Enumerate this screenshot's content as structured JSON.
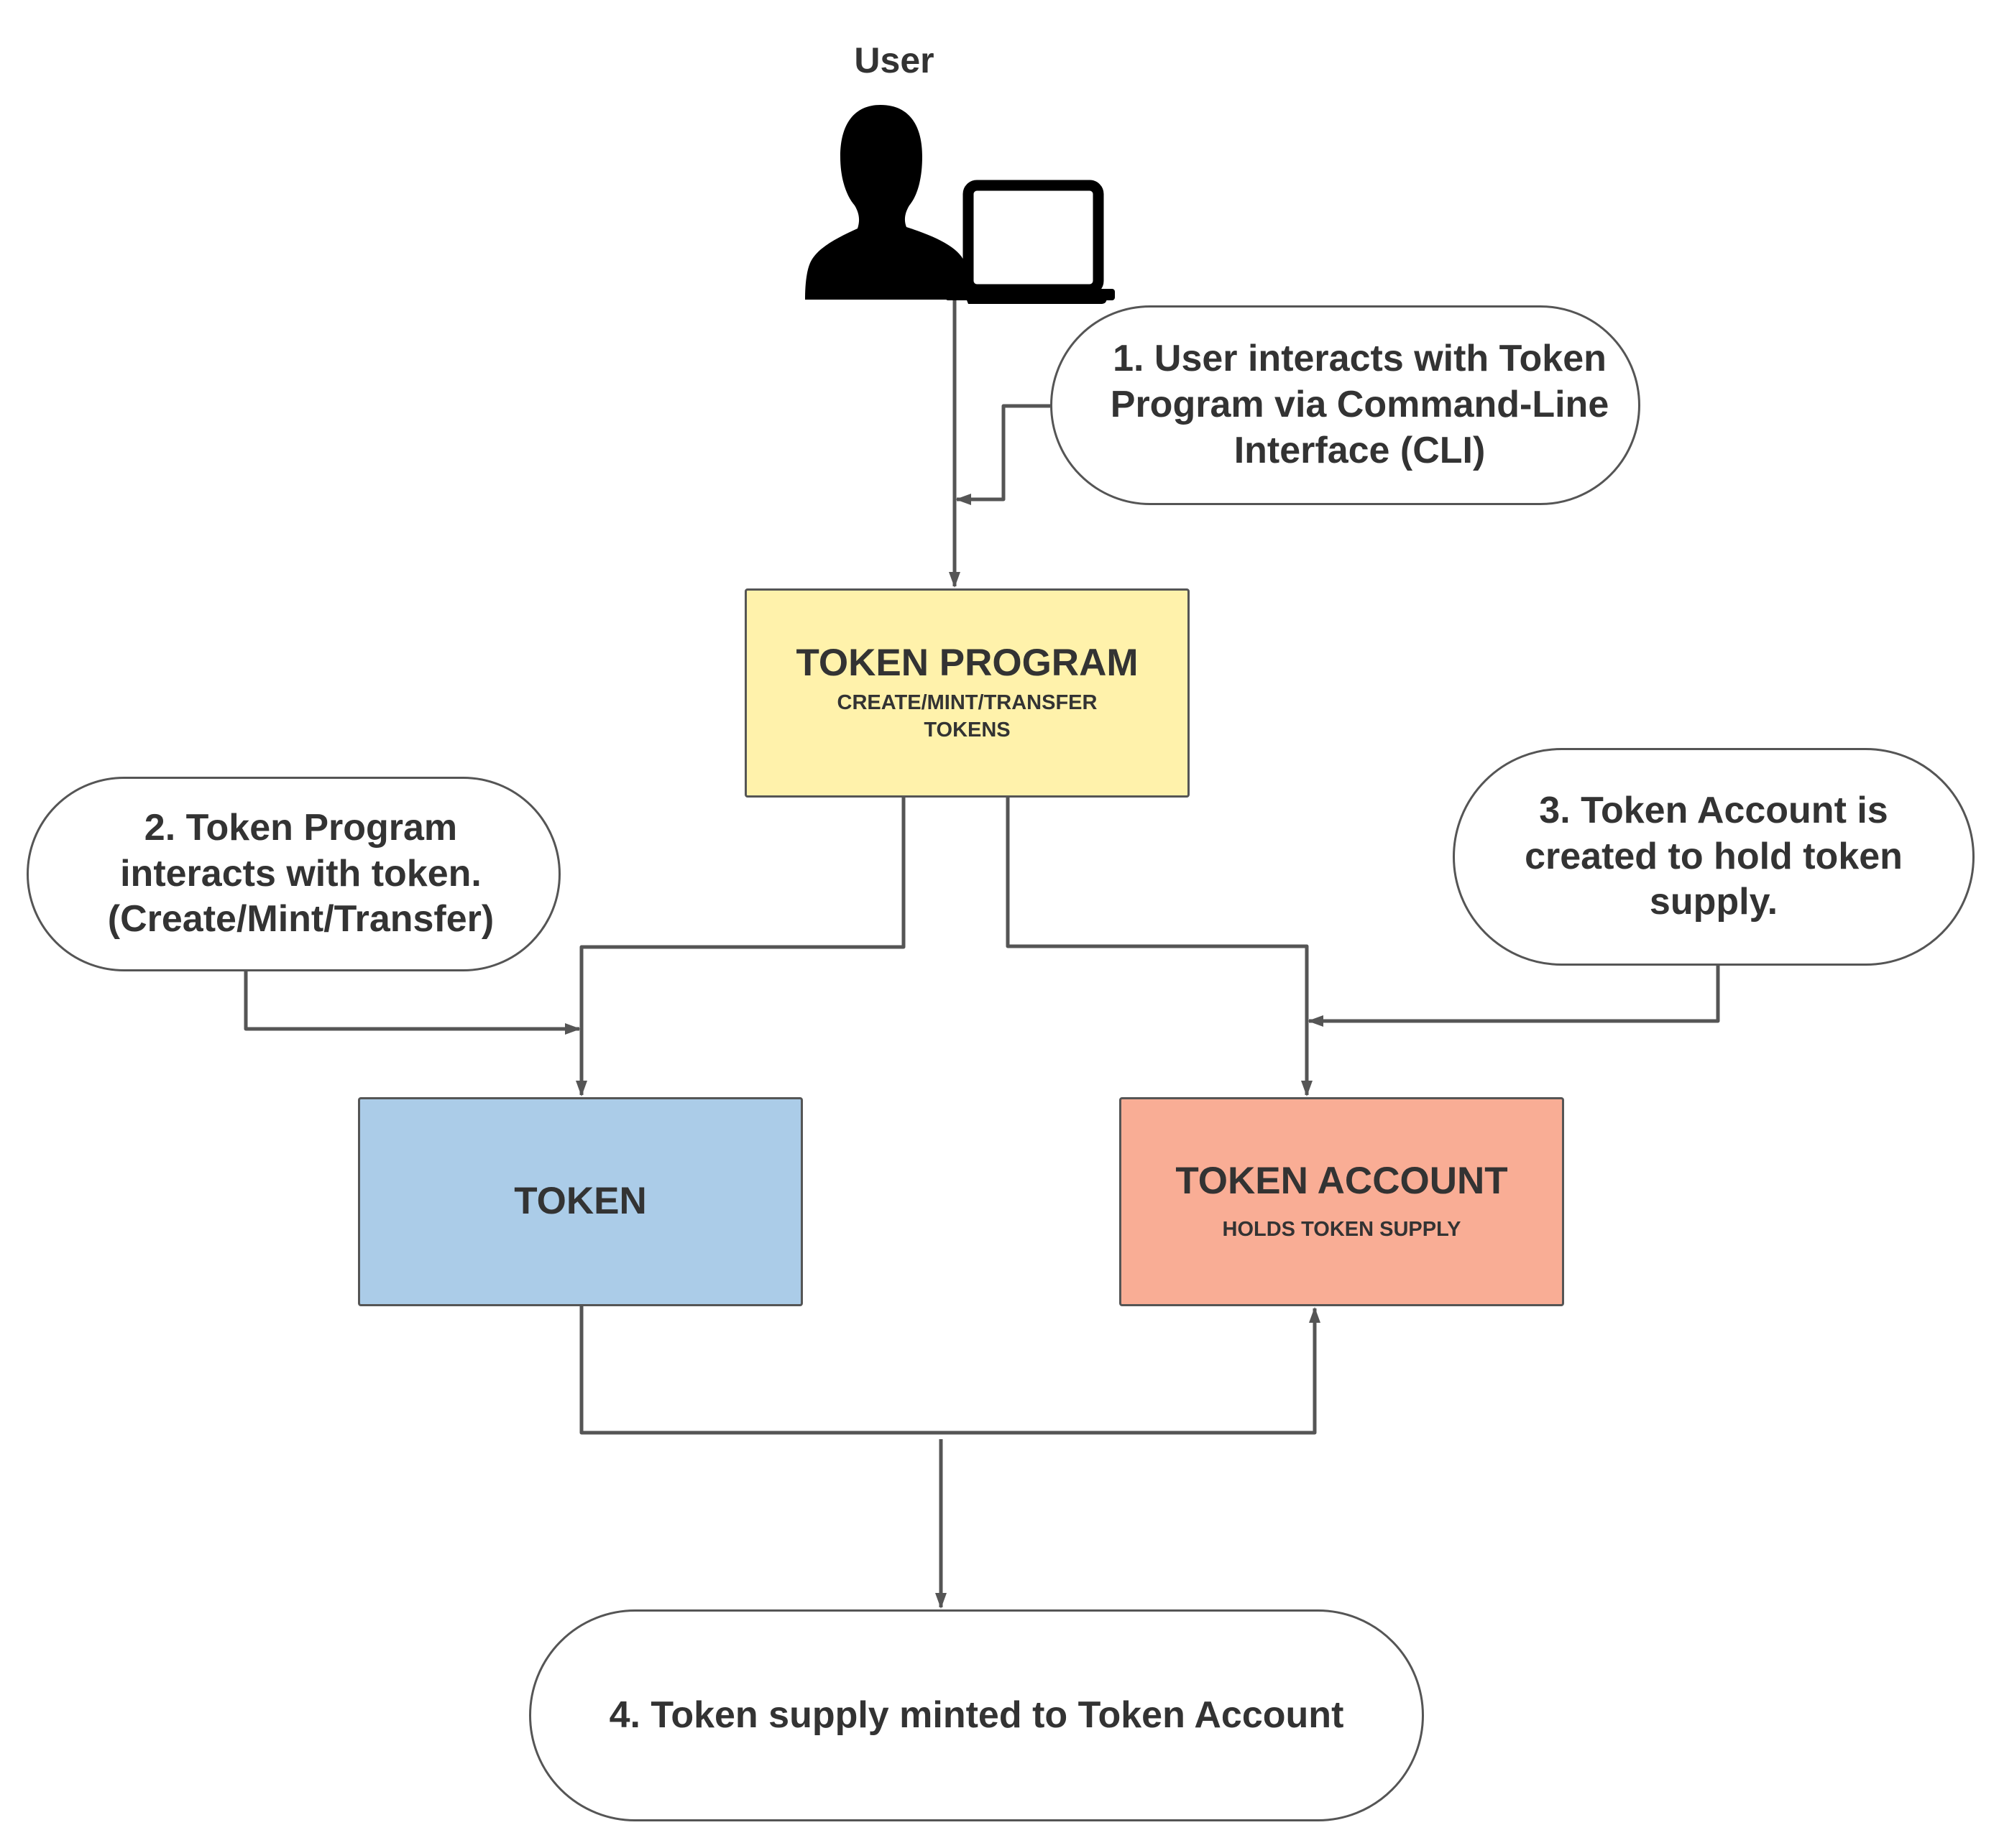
{
  "user": {
    "label": "User",
    "icon": "user-with-laptop-icon"
  },
  "nodes": {
    "token_program": {
      "title": "TOKEN PROGRAM",
      "subtitle": "CREATE/MINT/TRANSFER TOKENS",
      "color": "#fff2ab"
    },
    "token": {
      "title": "TOKEN",
      "color": "#abcce8"
    },
    "token_account": {
      "title": "TOKEN ACCOUNT",
      "subtitle": "HOLDS TOKEN SUPPLY",
      "color": "#f9ad95"
    }
  },
  "notes": {
    "step1": "1. User interacts with Token\nProgram via Command-Line\nInterface (CLI)",
    "step2": "2. Token Program\ninteracts with token.\n(Create/Mint/Transfer)",
    "step3": "3. Token Account is\ncreated to hold token\nsupply.",
    "step4": "4. Token supply minted to Token Account"
  },
  "colors": {
    "line": "#555555",
    "text": "#333333"
  }
}
